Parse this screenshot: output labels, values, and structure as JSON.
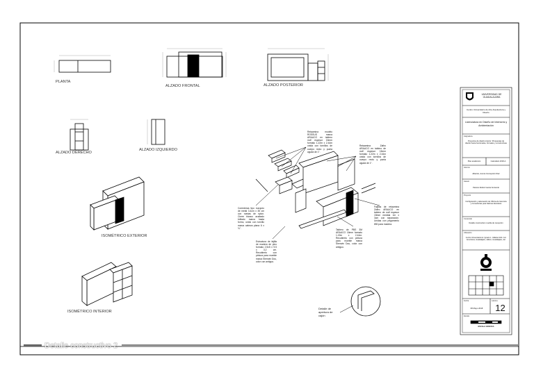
{
  "views": {
    "planta": "PLANTA",
    "alzado_frontal": "ALZADO FRONTAL",
    "alzado_posterior": "ALZADO POSTERIOR",
    "alzado_derecho": "ALZADO DERECHO",
    "alzado_izquierdo": "ALZADO IZQUIERDO",
    "iso_exterior": "ISOMÉTRICO EXTERIOR",
    "iso_interior": "ISOMÉTRICO INTERIOR"
  },
  "notes": {
    "n1": "Retaamina modelo ROSSUS marca ARAUCO en tablero mdf espesor 15mm formato 1.22m x 2.44m unida con tornillos de cuerpo recto y punta aguda de 1\".",
    "n2": "Retaamina Zafiro ARAUCO en tablero de mdf espesor 15mm formato 1.22m x 2.44m unida con tornillos de cuerpo recto y punta aguda de 1\".",
    "n3": "Correderas tipo europeo de metal 3.4cm x 35 cm con ruedas de nylon. Cierre blanco acabado brillado marca hasta formo, unido con tornillo marca cabeza plana 6 x ¾\".",
    "n4": "Fajillas de retaamina Zafiro ARAUCO en tablero de mdf espesor 15mm medida 1m x 3cm con separación. Unidas con pegamento 850 para madera.",
    "n5": "Tablero de PBS 3M ARAUCO 16mm formato 1.22m x 2.44m. Recubierto con pintura para mueble marca Sherwin Dou, color con antiguo.",
    "n6": "Estructura de fajilla de madera de pino formato 2.5x5 x 9.5 x 3.2 cm. Recubierto con pintura para mueble marca Sherwin Dou, color con antiguo.",
    "detalle": "Detalle de apertura de cajón"
  },
  "titleblock": {
    "university": "UNIVERSIDAD DE GUADALAJARA",
    "centro": "Centro Universitario de Arte Arquitectura y Diseño",
    "licenciatura": "Licenciatura en Diseño de Interiores y Ambientación",
    "asignatura_cap": "Asignatura",
    "asignatura": "Proyectos de diseño interior: Propuestas de diseño hacia funcionales, formales y constructivas",
    "plan_cap": "Plan académico",
    "plan": "Plan académico",
    "calendario": "Calendario 2018-A",
    "alumno_cap": "Alumno",
    "alumno": "Albarrán, Aurora Concepción Díaz",
    "asesor_cap": "Asesor",
    "asesor": "Pastora Rodiuz Garcia Fernando",
    "proyecto_cap": "Proyecto",
    "proyecto": "Configuración y adecuación de Oficina de Gerencia y Consultorías para Salones Escolares",
    "contenido_cap": "Contenido",
    "contenido": "Detalle constructivo mueble de recepción",
    "ubicacion_cap": "Ubicación",
    "ubicacion": "Centro Universitario Av. Ignacio L. Vallarta 1104. Col. Americana, Guadalajara, Jalisco, Guadalajara, Jal.",
    "fecha_cap": "Fecha",
    "fecha": "08 Mayo 2018",
    "lamina_cap": "Lámina",
    "lamina": "12",
    "escala_cap": "Escala",
    "escala_note": "ESCALA GRAFICA"
  },
  "footer": {
    "title": "Detalle constructivo 2"
  }
}
